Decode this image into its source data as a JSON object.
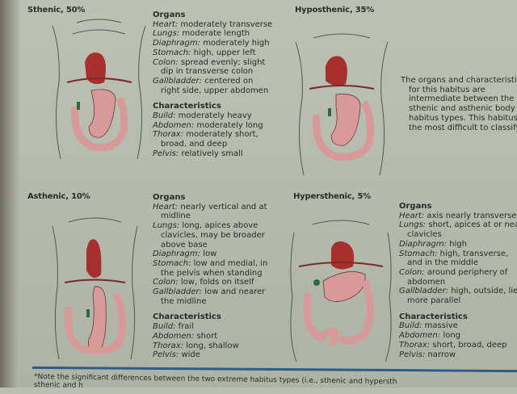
{
  "habitus": [
    {
      "title": "Sthenic, 50%",
      "organs_heading": "Organs",
      "organs": [
        {
          "k": "Heart:",
          "v": [
            "moderately transverse"
          ]
        },
        {
          "k": "Lungs:",
          "v": [
            "moderate length"
          ]
        },
        {
          "k": "Diaphragm:",
          "v": [
            "moderately high"
          ]
        },
        {
          "k": "Stomach:",
          "v": [
            "high, upper left"
          ]
        },
        {
          "k": "Colon:",
          "v": [
            "spread evenly; slight",
            "dip in transverse colon"
          ]
        },
        {
          "k": "Gallbladder:",
          "v": [
            "centered on",
            "right side, upper abdomen"
          ]
        }
      ],
      "char_heading": "Characteristics",
      "characteristics": [
        {
          "k": "Build:",
          "v": [
            "moderately heavy"
          ]
        },
        {
          "k": "Abdomen:",
          "v": [
            "moderately long"
          ]
        },
        {
          "k": "Thorax:",
          "v": [
            "moderately short,",
            "broad, and deep"
          ]
        },
        {
          "k": "Pelvis:",
          "v": [
            "relatively small"
          ]
        }
      ]
    },
    {
      "title": "Hyposthenic, 35%",
      "note": [
        "The organs and characteristic",
        "for this habitus are",
        "intermediate between the",
        "sthenic and asthenic body",
        "habitus types. This habitus is",
        "the most difficult to classify."
      ]
    },
    {
      "title": "Asthenic, 10%",
      "organs_heading": "Organs",
      "organs": [
        {
          "k": "Heart:",
          "v": [
            "nearly vertical and at",
            "midline"
          ]
        },
        {
          "k": "Lungs:",
          "v": [
            "long, apices above",
            "clavicles, may be broader",
            "above base"
          ]
        },
        {
          "k": "Diaphragm:",
          "v": [
            "low"
          ]
        },
        {
          "k": "Stomach:",
          "v": [
            "low and medial, in",
            "the pelvis when standing"
          ]
        },
        {
          "k": "Colon:",
          "v": [
            "low, folds on itself"
          ]
        },
        {
          "k": "Gallbladder:",
          "v": [
            "low and nearer",
            "the midline"
          ]
        }
      ],
      "char_heading": "Characteristics",
      "characteristics": [
        {
          "k": "Build:",
          "v": [
            "frail"
          ]
        },
        {
          "k": "Abdomen:",
          "v": [
            "short"
          ]
        },
        {
          "k": "Thorax:",
          "v": [
            "long, shallow"
          ]
        },
        {
          "k": "Pelvis:",
          "v": [
            "wide"
          ]
        }
      ]
    },
    {
      "title": "Hypersthenic, 5%",
      "organs_heading": "Organs",
      "organs": [
        {
          "k": "Heart:",
          "v": [
            "axis nearly transverse"
          ]
        },
        {
          "k": "Lungs:",
          "v": [
            "short, apices at or nea",
            "clavicles"
          ]
        },
        {
          "k": "Diaphragm:",
          "v": [
            "high"
          ]
        },
        {
          "k": "Stomach:",
          "v": [
            "high, transverse,",
            "and in the middle"
          ]
        },
        {
          "k": "Colon:",
          "v": [
            "around periphery of",
            "abdomen"
          ]
        },
        {
          "k": "Gallbladder:",
          "v": [
            "high, outside, lies",
            "more parallel"
          ]
        }
      ],
      "char_heading": "Characteristics",
      "characteristics": [
        {
          "k": "Build:",
          "v": [
            "massive"
          ]
        },
        {
          "k": "Abdomen:",
          "v": [
            "long"
          ]
        },
        {
          "k": "Thorax:",
          "v": [
            "short, broad, deep"
          ]
        },
        {
          "k": "Pelvis:",
          "v": [
            "narrow"
          ]
        }
      ]
    }
  ],
  "footnote": [
    "*Note the significant differences between the two extreme habitus types (i.e., sthenic and hypersth",
    "sthenic and h"
  ],
  "colors": {
    "heart": "#a8302c",
    "organ": "#d79a98",
    "rule": "#2a5d8c"
  }
}
